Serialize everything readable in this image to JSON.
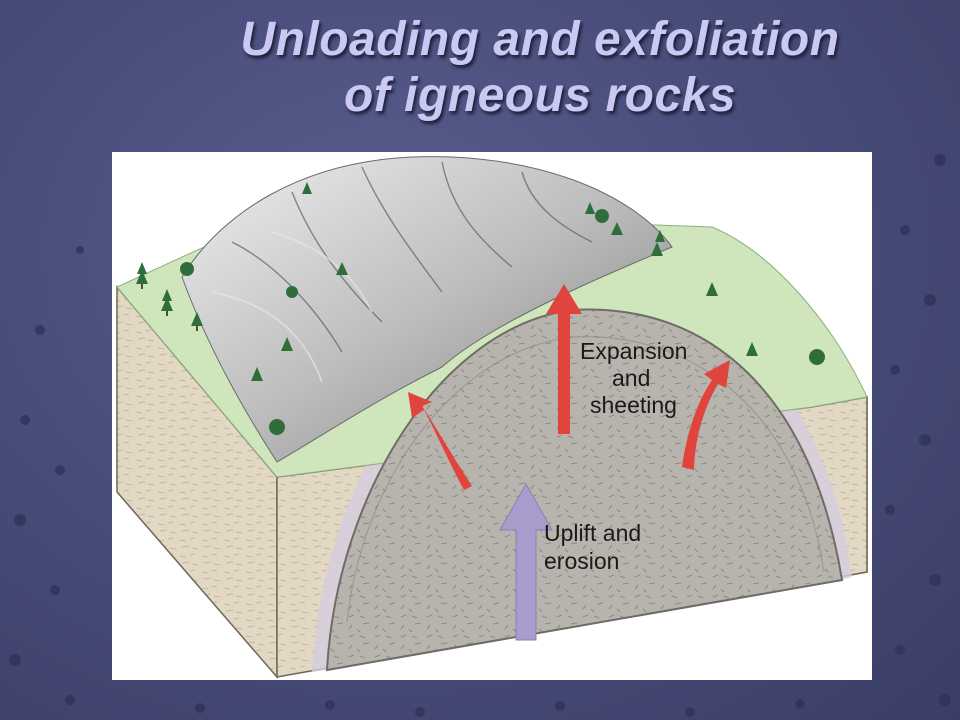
{
  "slide": {
    "title_line1": "Unloading and exfoliation",
    "title_line2": "of  igneous rocks"
  },
  "diagram": {
    "label_expansion_1": "Expansion",
    "label_expansion_2": "and",
    "label_expansion_3": "sheeting",
    "label_uplift_1": "Uplift and",
    "label_uplift_2": "erosion"
  },
  "colors": {
    "background": "#4a4e7c",
    "title": "#c9c9f3",
    "expansion_arrow": "#e0443c",
    "uplift_arrow": "#a89ccc",
    "granite": "#b7b4ae",
    "country_rock": "#e2d8c4",
    "grass": "#cfe6bd"
  }
}
